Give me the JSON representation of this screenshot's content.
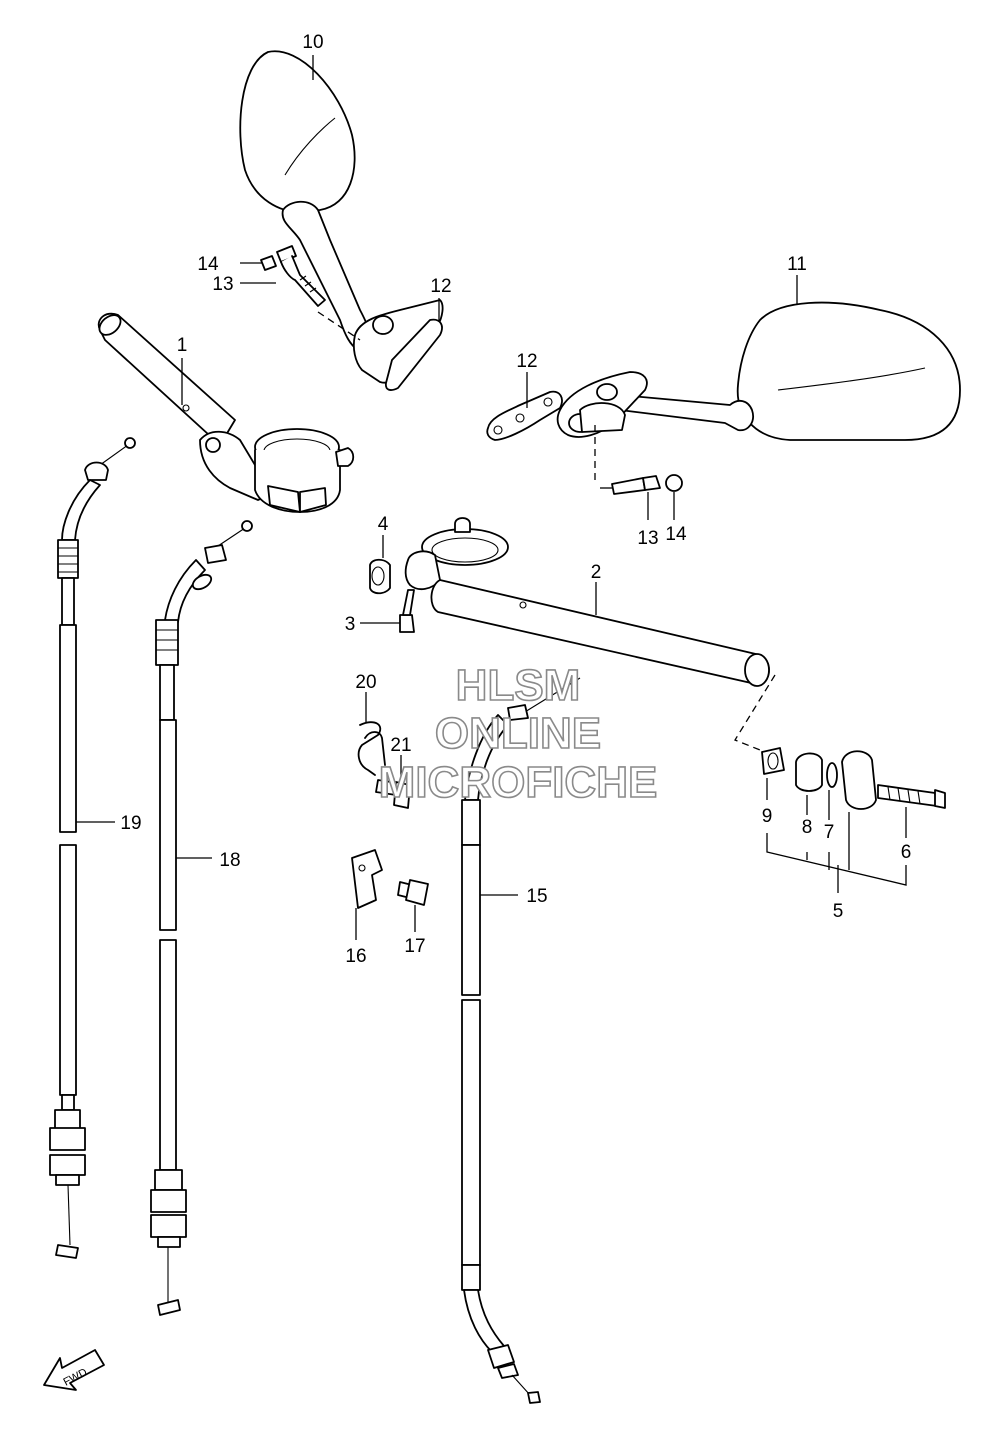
{
  "callouts": [
    {
      "id": "c1",
      "text": "1"
    },
    {
      "id": "c2",
      "text": "2"
    },
    {
      "id": "c3",
      "text": "3"
    },
    {
      "id": "c4",
      "text": "4"
    },
    {
      "id": "c5",
      "text": "5"
    },
    {
      "id": "c6",
      "text": "6"
    },
    {
      "id": "c7",
      "text": "7"
    },
    {
      "id": "c8",
      "text": "8"
    },
    {
      "id": "c9",
      "text": "9"
    },
    {
      "id": "c10",
      "text": "10"
    },
    {
      "id": "c11",
      "text": "11"
    },
    {
      "id": "c12a",
      "text": "12"
    },
    {
      "id": "c12b",
      "text": "12"
    },
    {
      "id": "c13a",
      "text": "13"
    },
    {
      "id": "c13b",
      "text": "13"
    },
    {
      "id": "c14a",
      "text": "14"
    },
    {
      "id": "c14b",
      "text": "14"
    },
    {
      "id": "c15",
      "text": "15"
    },
    {
      "id": "c16",
      "text": "16"
    },
    {
      "id": "c17",
      "text": "17"
    },
    {
      "id": "c18",
      "text": "18"
    },
    {
      "id": "c19",
      "text": "19"
    },
    {
      "id": "c20",
      "text": "20"
    },
    {
      "id": "c21",
      "text": "21"
    }
  ],
  "watermark": {
    "line1": "HLSM",
    "line2": "ONLINE",
    "line3": "MICROFICHE"
  },
  "fwd_label": "FWD"
}
